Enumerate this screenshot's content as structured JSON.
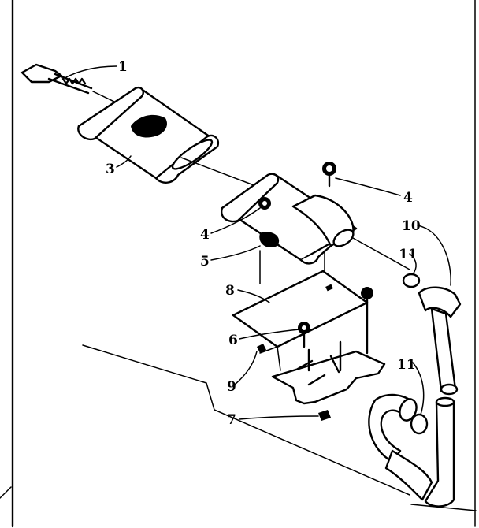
{
  "diagram": {
    "callouts": [
      {
        "id": "c1",
        "label": "1"
      },
      {
        "id": "c3",
        "label": "3"
      },
      {
        "id": "c4a",
        "label": "4"
      },
      {
        "id": "c4b",
        "label": "4"
      },
      {
        "id": "c5",
        "label": "5"
      },
      {
        "id": "c8",
        "label": "8"
      },
      {
        "id": "c6",
        "label": "6"
      },
      {
        "id": "c9",
        "label": "9"
      },
      {
        "id": "c7",
        "label": "7"
      },
      {
        "id": "c10",
        "label": "10"
      },
      {
        "id": "c11a",
        "label": "11"
      },
      {
        "id": "c11b",
        "label": "11"
      }
    ]
  }
}
